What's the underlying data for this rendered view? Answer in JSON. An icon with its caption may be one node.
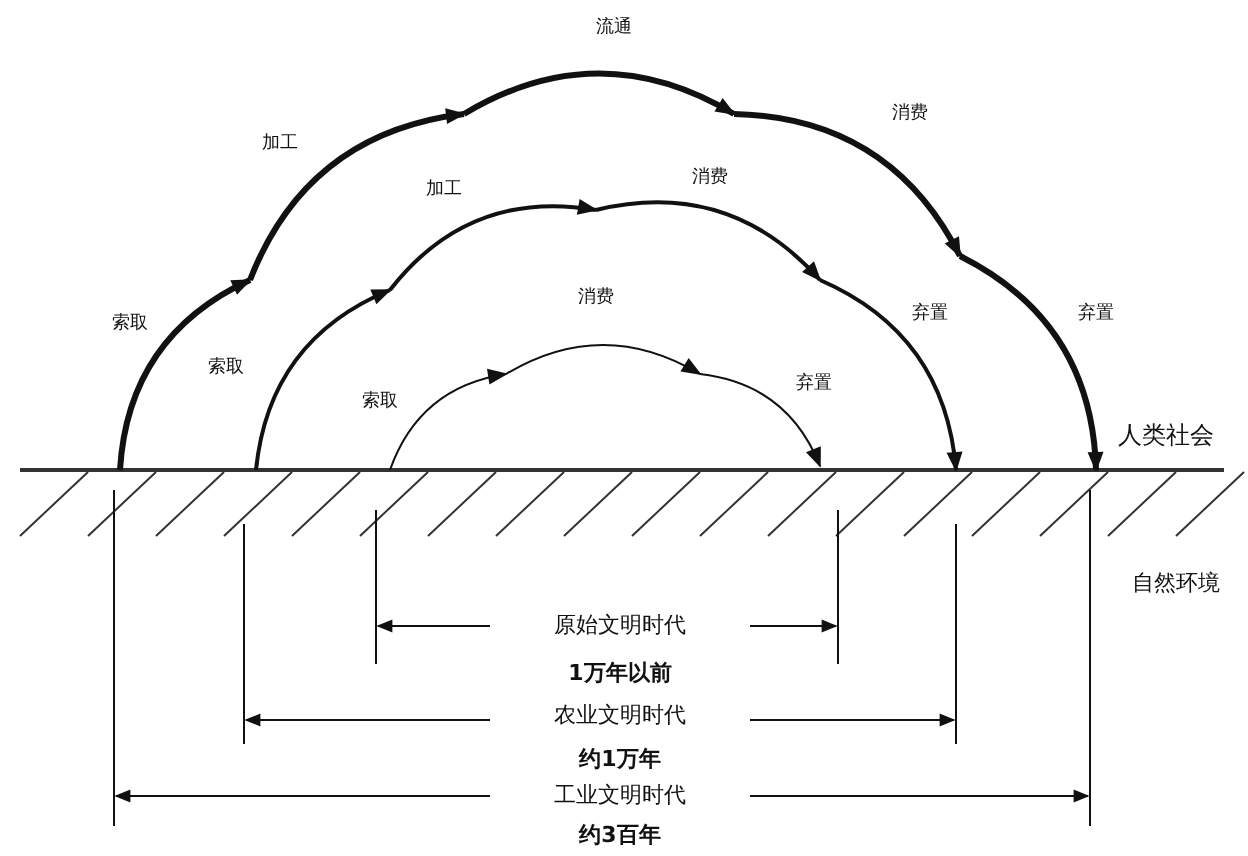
{
  "diagram": {
    "labels": [
      "流通",
      "加工",
      "消费",
      "加工",
      "消费",
      "消费",
      "索取",
      "索取",
      "弃置",
      "弃置",
      "索取",
      "弃置",
      "人类社会",
      "自然环境",
      "原始文明时代",
      "1万年以前",
      "农业文明时代",
      "约1万年",
      "工业文明时代",
      "约3百年"
    ]
  }
}
